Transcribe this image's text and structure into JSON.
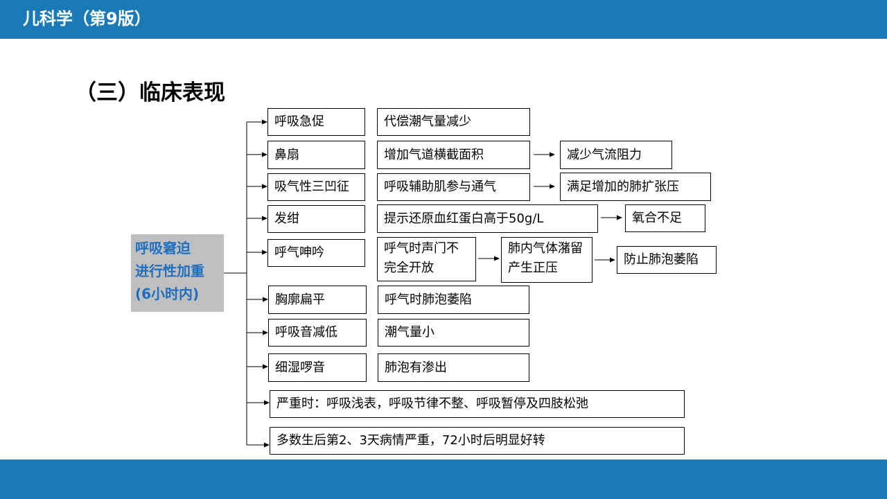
{
  "header": {
    "title": "儿科学（第9版）"
  },
  "section_title": "（三）临床表现",
  "diagram": {
    "root": {
      "line1": "呼吸窘迫",
      "line2": "进行性加重",
      "line3": "(6小时内)"
    },
    "rows": [
      {
        "symptom": "呼吸急促",
        "chain": [
          "代偿潮气量减少"
        ]
      },
      {
        "symptom": "鼻扇",
        "chain": [
          "增加气道横截面积",
          "减少气流阻力"
        ]
      },
      {
        "symptom": "吸气性三凹征",
        "chain": [
          "呼吸辅助肌参与通气",
          "满足增加的肺扩张压"
        ]
      },
      {
        "symptom": "发绀",
        "chain": [
          "提示还原血红蛋白高于50g/L",
          "氧合不足"
        ]
      },
      {
        "symptom": "呼气呻吟",
        "chain": [
          "呼气时声门不完全开放",
          "肺内气体潴留产生正压",
          "防止肺泡萎陷"
        ]
      },
      {
        "symptom": "胸廓扁平",
        "chain": [
          "呼气时肺泡萎陷"
        ]
      },
      {
        "symptom": "呼吸音减低",
        "chain": [
          "潮气量小"
        ]
      },
      {
        "symptom": "细湿啰音",
        "chain": [
          "肺泡有渗出"
        ]
      }
    ],
    "notes": [
      "严重时：呼吸浅表，呼吸节律不整、呼吸暂停及四肢松弛",
      "多数生后第2、3天病情严重，72小时后明显好转"
    ]
  },
  "colors": {
    "bar": "#1a7ab5",
    "root_bg": "#bfbfbf",
    "root_text": "#1f6fc0"
  }
}
